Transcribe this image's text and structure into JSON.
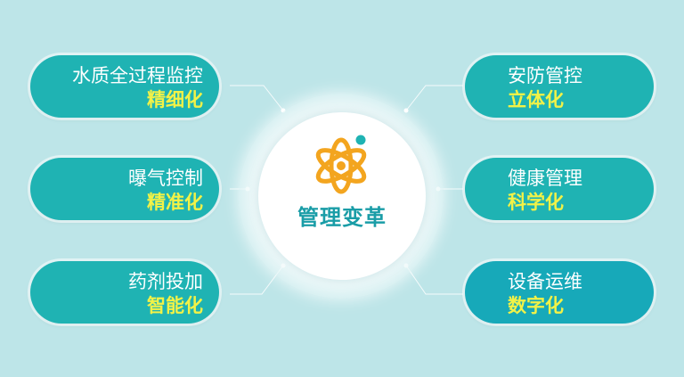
{
  "center": {
    "title": "管理变革",
    "icon": "atom-icon"
  },
  "nodes": [
    {
      "id": "water",
      "line1": "水质全过程监控",
      "line2": "精细化",
      "side": "left"
    },
    {
      "id": "aeration",
      "line1": "曝气控制",
      "line2": "精准化",
      "side": "left"
    },
    {
      "id": "dosing",
      "line1": "药剂投加",
      "line2": "智能化",
      "side": "left"
    },
    {
      "id": "security",
      "line1": "安防管控",
      "line2": "立体化",
      "side": "right"
    },
    {
      "id": "health",
      "line1": "健康管理",
      "line2": "科学化",
      "side": "right"
    },
    {
      "id": "equipment",
      "line1": "设备运维",
      "line2": "数字化",
      "side": "right"
    }
  ],
  "colors": {
    "background": "#bde5e8",
    "pill": "#1fb3b3",
    "highlight_text": "#f2f247",
    "title": "#1a9da7",
    "atom_orange": "#f3a51f",
    "atom_dot": "#1fb3b3"
  }
}
